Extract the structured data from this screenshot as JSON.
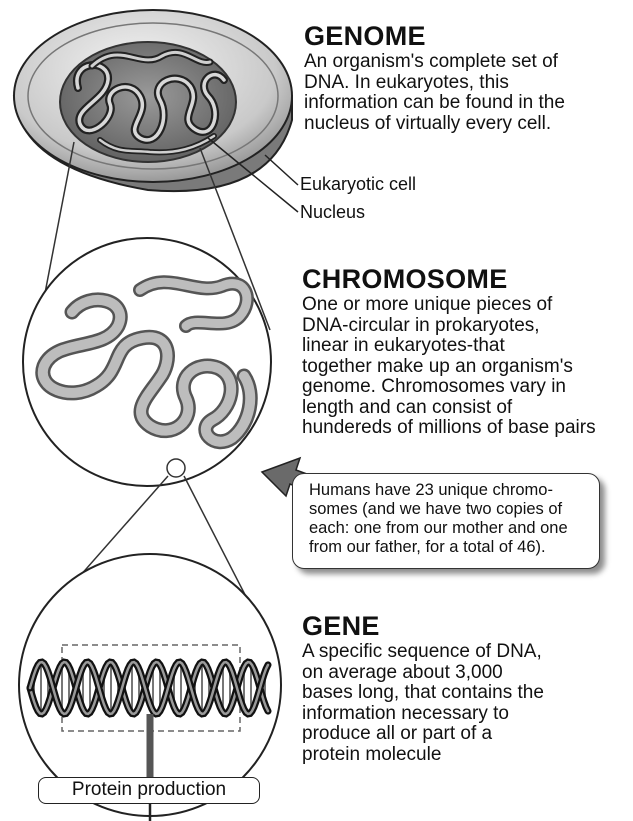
{
  "genome": {
    "title": "GENOME",
    "lines": [
      "An organism's complete set of",
      "DNA. In eukaryotes, this",
      "information can be found in the",
      "nucleus of virtually every cell."
    ],
    "labels": {
      "cell": "Eukaryotic cell",
      "nucleus": "Nucleus"
    }
  },
  "chromosome": {
    "title": "CHROMOSOME",
    "lines": [
      "One or more unique pieces of",
      "DNA-circular in prokaryotes,",
      "linear in eukaryotes-that",
      "together make up an organism's",
      "genome. Chromosomes vary in",
      "length and can consist of",
      "hundereds of millions of base pairs"
    ]
  },
  "callout": {
    "lines": [
      "Humans have 23 unique chromo-",
      "somes (and we have two copies of",
      "each: one from our mother and one",
      "from our father, for a total of 46)."
    ]
  },
  "gene": {
    "title": "GENE",
    "lines": [
      "A specific sequence of DNA,",
      "on average about 3,000",
      "bases long, that contains the",
      "information necessary to",
      "produce all or part of a",
      "protein molecule"
    ]
  },
  "protein_label": "Protein production",
  "colors": {
    "ink": "#111111",
    "shade": "#9a9a9a",
    "light": "#e2e2e2",
    "nucleus": "#6f6f6f"
  }
}
